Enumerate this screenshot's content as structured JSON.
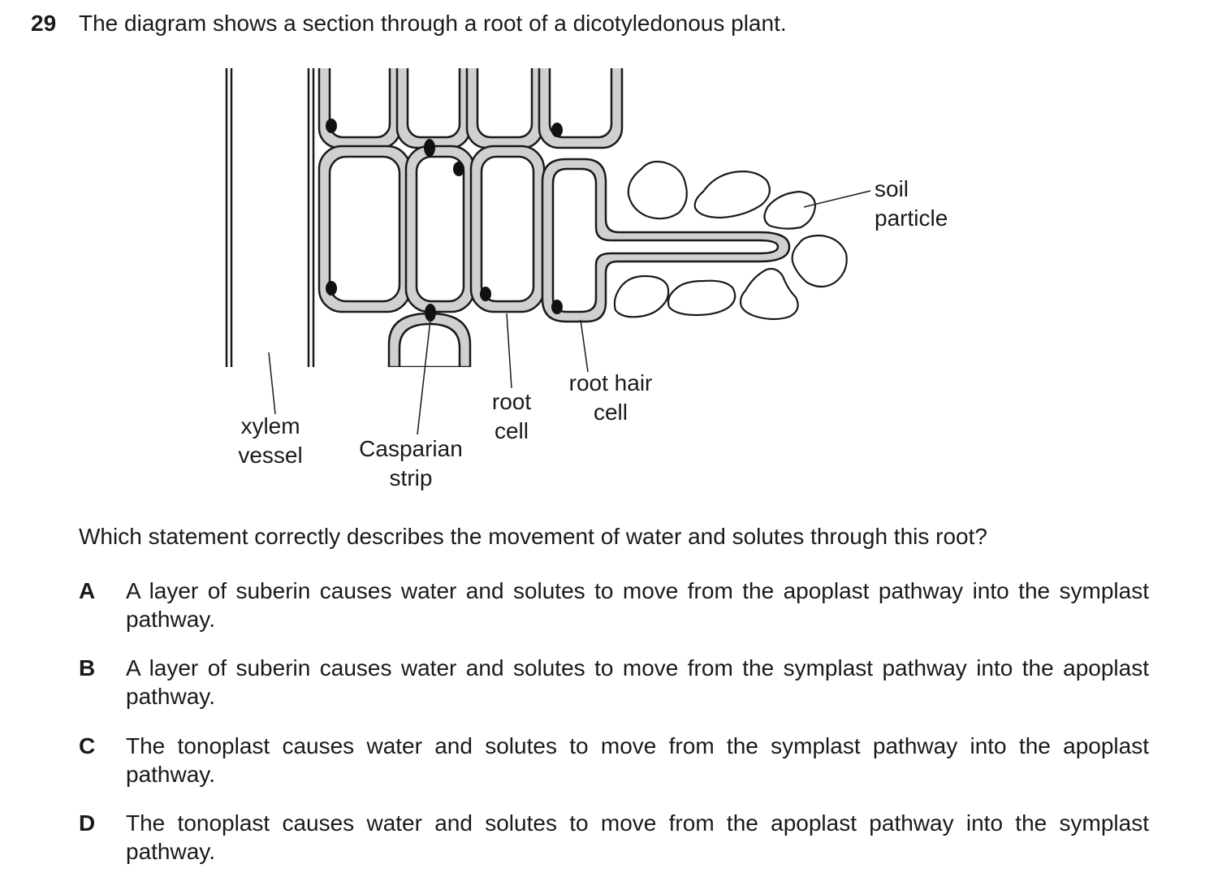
{
  "question": {
    "number": "29",
    "stem": "The diagram shows a section through a root of a dicotyledonous plant.",
    "prompt": "Which statement correctly describes the movement of water and solutes through this root?"
  },
  "diagram": {
    "labels": {
      "xylem_line1": "xylem",
      "xylem_line2": "vessel",
      "casparian_line1": "Casparian",
      "casparian_line2": "strip",
      "root_cell_line1": "root",
      "root_cell_line2": "cell",
      "root_hair_line1": "root hair",
      "root_hair_line2": "cell",
      "soil_line1": "soil",
      "soil_line2": "particle"
    },
    "colors": {
      "wall_fill": "#d0d0d0",
      "outline": "#1a1a1a",
      "nucleus": "#111111"
    }
  },
  "options": [
    {
      "letter": "A",
      "text": "A layer of suberin causes water and solutes to move from the apoplast pathway into the symplast pathway."
    },
    {
      "letter": "B",
      "text": "A layer of suberin causes water and solutes to move from the symplast pathway into the apoplast pathway."
    },
    {
      "letter": "C",
      "text": "The tonoplast causes water and solutes to move from the symplast pathway into the apoplast pathway."
    },
    {
      "letter": "D",
      "text": "The tonoplast causes water and solutes to move from the apoplast pathway into the symplast pathway."
    }
  ]
}
